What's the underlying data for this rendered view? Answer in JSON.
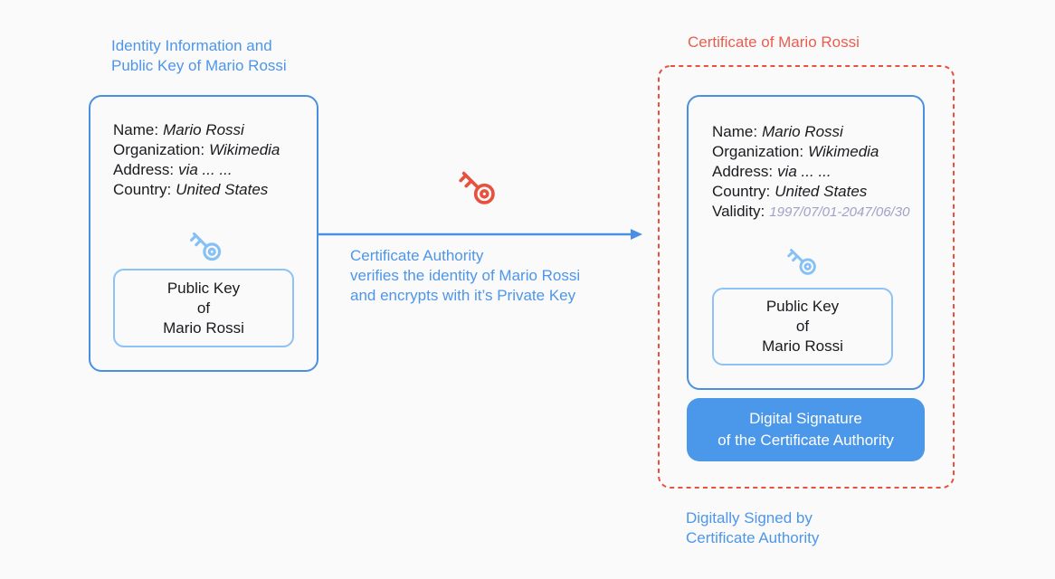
{
  "diagram": {
    "background": "#FAFAFB",
    "colors": {
      "accent_blue": "#4A90E2",
      "text_blue": "#4D96E8",
      "light_blue_key": "#85C1F5",
      "light_blue_border": "#8CC2F6",
      "red": "#E8513D",
      "title_red": "#E95D4E",
      "text_dark": "#1B1B1F",
      "validity_muted": "#A0A1C6",
      "badge_blue": "#4B97E9",
      "badge_text": "#FFFFFF"
    }
  },
  "left": {
    "heading": "Identity Information and\nPublic Key of Mario Rossi",
    "fields": [
      {
        "label": "Name:",
        "value": "Mario Rossi"
      },
      {
        "label": "Organization:",
        "value": "Wikimedia"
      },
      {
        "label": "Address:",
        "value": "via ... ..."
      },
      {
        "label": "Country:",
        "value": "United States"
      }
    ],
    "key_icon": "key-icon",
    "public_key_label": "Public Key\nof\nMario Rossi"
  },
  "middle": {
    "key_icon": "key-icon",
    "arrow_icon": "right-arrow",
    "caption": "Certificate Authority\nverifies the identity of Mario Rossi\nand encrypts with it’s Private Key"
  },
  "right": {
    "title": "Certificate of Mario Rossi",
    "fields": [
      {
        "label": "Name:",
        "value": "Mario Rossi"
      },
      {
        "label": "Organization:",
        "value": "Wikimedia"
      },
      {
        "label": "Address:",
        "value": "via ... ..."
      },
      {
        "label": "Country:",
        "value": "United States"
      },
      {
        "label": "Validity:",
        "value": "1997/07/01-2047/06/30"
      }
    ],
    "key_icon": "key-icon",
    "public_key_label": "Public Key\nof\nMario Rossi",
    "signature_badge": "Digital Signature\nof the Certificate Authority",
    "signed_by_caption": "Digitally Signed by\nCertificate Authority"
  }
}
